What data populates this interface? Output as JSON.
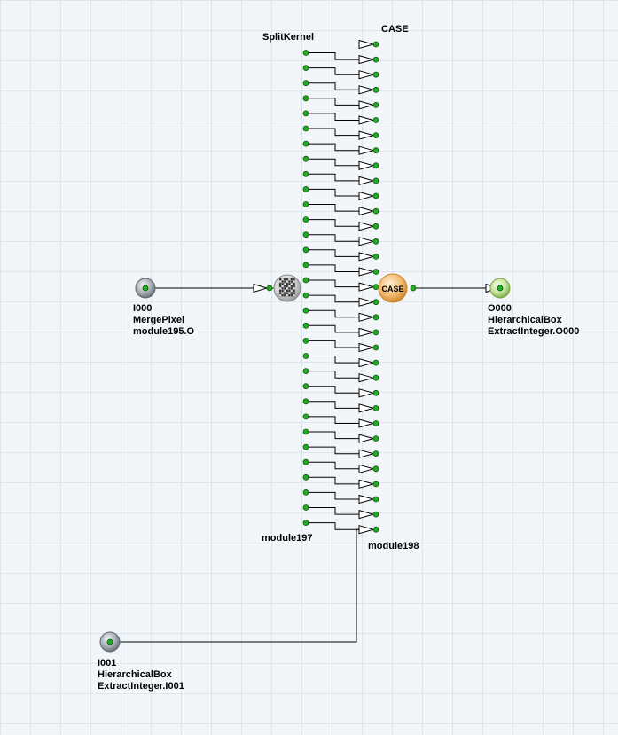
{
  "diagram": {
    "split_kernel": {
      "title": "SplitKernel",
      "module_label": "module197",
      "icon": "grid-split-icon",
      "output_count": 32
    },
    "case_block": {
      "title": "CASE",
      "badge": "CASE",
      "module_label": "module198",
      "input_count": 33
    },
    "inputs": [
      {
        "id": "I000",
        "line1": "MergePixel",
        "line2": "module195.O"
      },
      {
        "id": "I001",
        "line1": "HierarchicalBox",
        "line2": "ExtractInteger.I001"
      }
    ],
    "outputs": [
      {
        "id": "O000",
        "line1": "HierarchicalBox",
        "line2": "ExtractInteger.O000"
      }
    ],
    "colors": {
      "wire": "#000000",
      "pin": "#22aa22",
      "case_node": "#f0b060",
      "output_port": "#b8e08a",
      "input_port": "#9aa1a8",
      "grid": "#dde6ee",
      "background": "#f3f6f9"
    }
  }
}
